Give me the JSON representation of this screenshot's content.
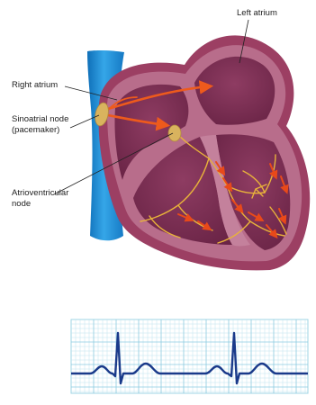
{
  "labels": {
    "left_atrium": "Left atrium",
    "right_atrium": "Right atrium",
    "sinoatrial_node": [
      "Sinoatrial node",
      "(pacemaker)"
    ],
    "atrioventricular_node": [
      "Atrioventricular",
      "node"
    ]
  },
  "colors": {
    "vena_cava": "#1e8fd6",
    "heart_outer": "#9c3f63",
    "heart_wall": "#b86d8b",
    "chamber": "#7b2f52",
    "node": "#d9b35e",
    "impulse_arrow": "#ee5a1c",
    "conduction_fiber": "#e8b23a",
    "ecg_grid": "#9fd4e4",
    "ecg_trace": "#1a3a8a"
  },
  "icons": {
    "heart": "heart-cross-section-illustration",
    "ecg": "ecg-waveform-strip"
  }
}
